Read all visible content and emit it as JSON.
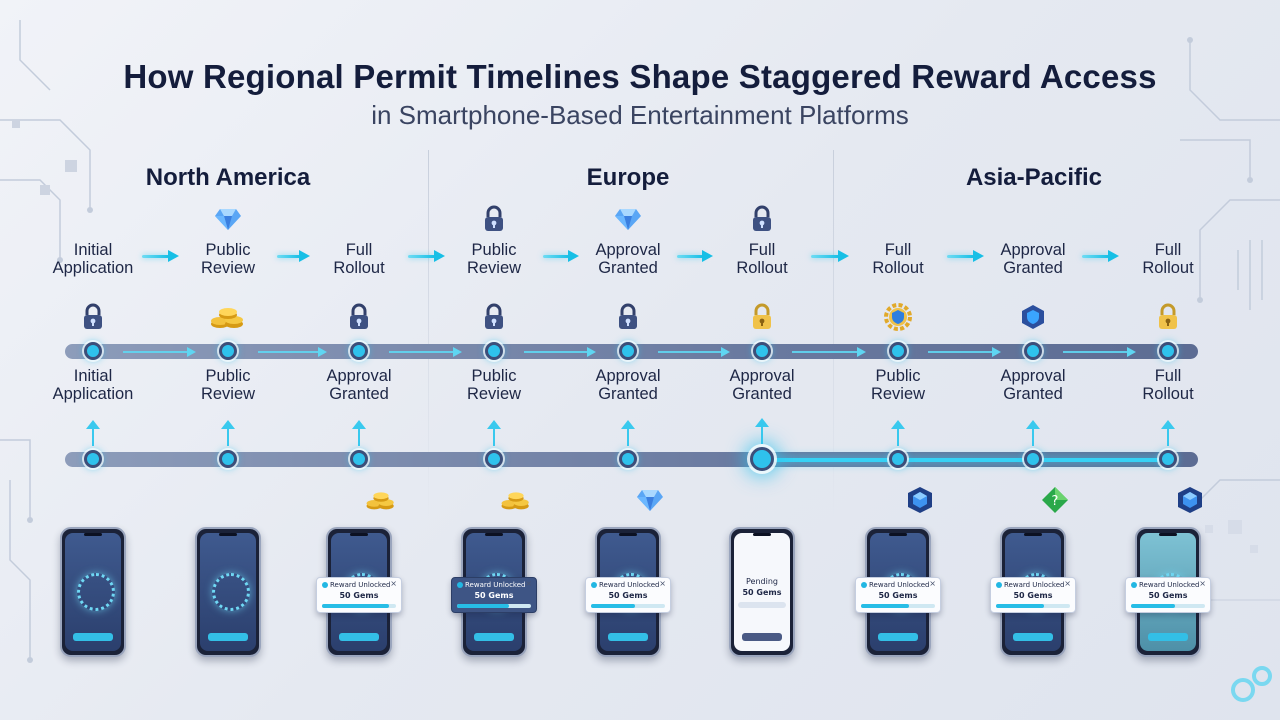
{
  "title": "How Regional Permit Timelines Shape Staggered Reward Access",
  "subtitle": "in Smartphone-Based Entertainment Platforms",
  "regions": [
    "North America",
    "Europe",
    "Asia-Pacific"
  ],
  "top_row": {
    "labels": [
      [
        "Initial",
        "Application"
      ],
      [
        "Public",
        "Review"
      ],
      [
        "Full",
        "Rollout"
      ],
      [
        "Public",
        "Review"
      ],
      [
        "Approval",
        "Granted"
      ],
      [
        "Full",
        "Rollout"
      ],
      [
        "Full",
        "Rollout"
      ],
      [
        "Approval",
        "Granted"
      ],
      [
        "Full",
        "Rollout"
      ]
    ],
    "icons": [
      "",
      "diamond-icon",
      "",
      "lock-icon",
      "diamond-icon",
      "lock-icon",
      "",
      "",
      ""
    ]
  },
  "track_icons": [
    "lock-icon",
    "coins-icon",
    "lock-icon",
    "lock-icon",
    "lock-icon",
    "gold-lock-icon",
    "gear-shield-icon",
    "shield-icon",
    "gold-lock-icon"
  ],
  "mid_row": {
    "labels": [
      [
        "Initial",
        "Application"
      ],
      [
        "Public",
        "Review"
      ],
      [
        "Approval",
        "Granted"
      ],
      [
        "Public",
        "Review"
      ],
      [
        "Approval",
        "Granted"
      ],
      [
        "Approval",
        "Granted"
      ],
      [
        "Public",
        "Review"
      ],
      [
        "Approval",
        "Granted"
      ],
      [
        "Full",
        "Rollout"
      ]
    ]
  },
  "highlighted_node": 6,
  "rewards": [
    "",
    "",
    "coins-icon",
    "coins-icon",
    "diamond-icon",
    "",
    "shield-gem-icon",
    "green-gem-icon",
    "shield-gem-icon"
  ],
  "phones": [
    {
      "style": "dark",
      "popup": null
    },
    {
      "style": "dark",
      "popup": null
    },
    {
      "style": "dark",
      "popup": {
        "title": "Reward Unlocked",
        "value": "50 Gems",
        "progress": 0.9,
        "dark": false
      }
    },
    {
      "style": "dark",
      "popup": {
        "title": "Reward Unlocked",
        "value": "50 Gems",
        "progress": 0.7,
        "dark": true
      }
    },
    {
      "style": "dark",
      "popup": {
        "title": "Reward Unlocked",
        "value": "50 Gems",
        "progress": 0.6,
        "dark": false
      }
    },
    {
      "style": "light",
      "popup": null,
      "plain": {
        "title": "Pending",
        "value": "50 Gems"
      }
    },
    {
      "style": "dark",
      "popup": {
        "title": "Reward Unlocked",
        "value": "50 Gems",
        "progress": 0.65,
        "dark": false
      }
    },
    {
      "style": "dark",
      "popup": {
        "title": "Reward Unlocked",
        "value": "50 Gems",
        "progress": 0.65,
        "dark": false
      }
    },
    {
      "style": "teal",
      "popup": {
        "title": "Reward Unlocked",
        "value": "50 Gems",
        "progress": 0.6,
        "dark": false
      }
    }
  ],
  "colors": {
    "accent": "#17bfe6",
    "track": "#6a7aa0",
    "title": "#141d3c"
  }
}
